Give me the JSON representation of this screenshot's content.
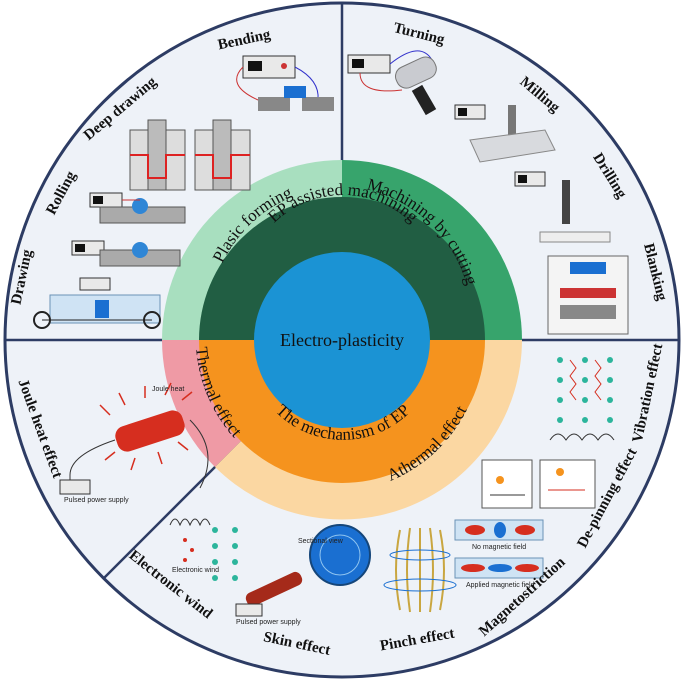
{
  "colors": {
    "outer_fill": "#eef2f8",
    "outer_stroke": "#2d3c64",
    "core": "#1b93d4",
    "middle_top": "#215e43",
    "middle_bottom": "#f5931e",
    "plastic_forming": "#a8dfbf",
    "machining_cutting": "#37a46c",
    "thermal": "#ef9aa5",
    "athermal": "#fbd7a2"
  },
  "center": {
    "title": "Electro-plasticity"
  },
  "middle_ring": {
    "top": "EP assisted machining",
    "bottom": "The mechanism of EP"
  },
  "inner_ring": {
    "plastic_forming": "Plasic forming",
    "machining_cutting": "Machining by cutting",
    "thermal": "Thermal effect",
    "athermal": "Athermal effect"
  },
  "outer_labels": {
    "bending": "Bending",
    "deep_drawing": "Deep drawing",
    "rolling": "Rolling",
    "drawing": "Drawing",
    "turning": "Turning",
    "milling": "Milling",
    "drilling": "Drilling",
    "blanking": "Blanking",
    "joule_heat_effect": "Joule heat effect",
    "electronic_wind": "Electronic wind",
    "skin_effect": "Skin effect",
    "pinch_effect": "Pinch effect",
    "magnetostriction": "Magnetostriction",
    "depinning_effect": "De-pinning effect",
    "vibration_effect": "Vibration effect"
  },
  "illustration_text": {
    "joule_heat": "Joule heat",
    "pulsed_power_supply": "Pulsed power supply",
    "electronic_wind": "Electronic\nwind",
    "sectional_view": "Sectional view",
    "pulsed_power_supply_2": "Pulsed power\nsupply",
    "no_magnetic_field": "No magnetic field",
    "applied_magnetic_field": "Applied magnetic field"
  }
}
